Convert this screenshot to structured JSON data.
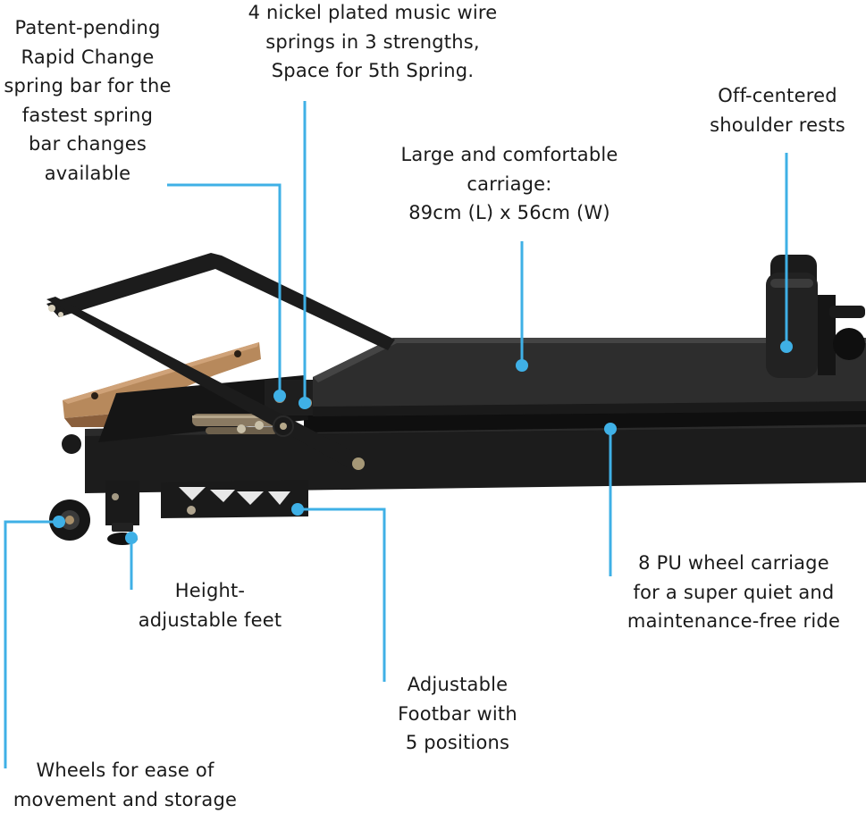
{
  "accent_color": "#3fb0e6",
  "callouts": [
    {
      "id": "spring-bar",
      "lines": [
        "Patent-pending",
        "Rapid Change",
        "spring bar for the",
        "fastest spring",
        "bar changes",
        "available"
      ]
    },
    {
      "id": "springs",
      "lines": [
        "4 nickel plated music wire",
        "springs in 3 strengths,",
        "Space for 5th Spring."
      ]
    },
    {
      "id": "shoulder-rests",
      "lines": [
        "Off-centered",
        "shoulder rests"
      ]
    },
    {
      "id": "carriage",
      "lines": [
        "Large and comfortable",
        "carriage:",
        "89cm (L) x 56cm (W)"
      ]
    },
    {
      "id": "wheel-carriage",
      "lines": [
        "8 PU wheel carriage",
        "for a super quiet and",
        "maintenance-free ride"
      ]
    },
    {
      "id": "feet",
      "lines": [
        "Height-",
        "adjustable feet"
      ]
    },
    {
      "id": "footbar",
      "lines": [
        "Adjustable",
        "Footbar with",
        "5 positions"
      ]
    },
    {
      "id": "wheels",
      "lines": [
        "Wheels for ease of",
        "movement and storage"
      ]
    }
  ]
}
